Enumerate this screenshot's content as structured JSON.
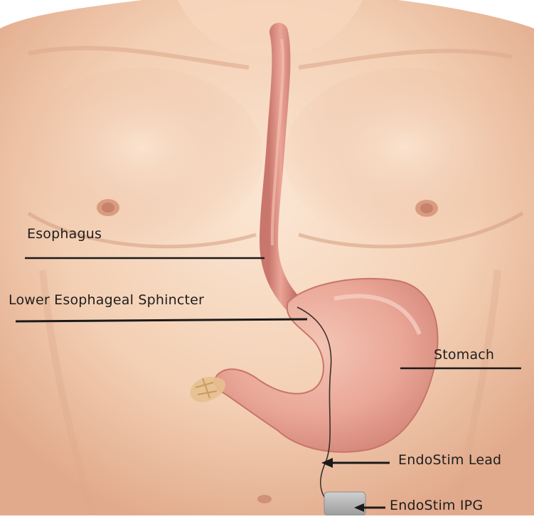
{
  "labels": {
    "esophagus": "Esophagus",
    "les": "Lower Esophageal Sphincter",
    "stomach": "Stomach",
    "lead": "EndoStim Lead",
    "ipg": "EndoStim IPG"
  },
  "colors": {
    "skin_light": "#f8dcc4",
    "skin_mid": "#efc3a3",
    "skin_shadow": "#d9a285",
    "organ": "#e8a192",
    "organ_dark": "#cf7d73",
    "ipg_device": "#b8b8b8",
    "pointer_line": "#1a1a1a"
  }
}
